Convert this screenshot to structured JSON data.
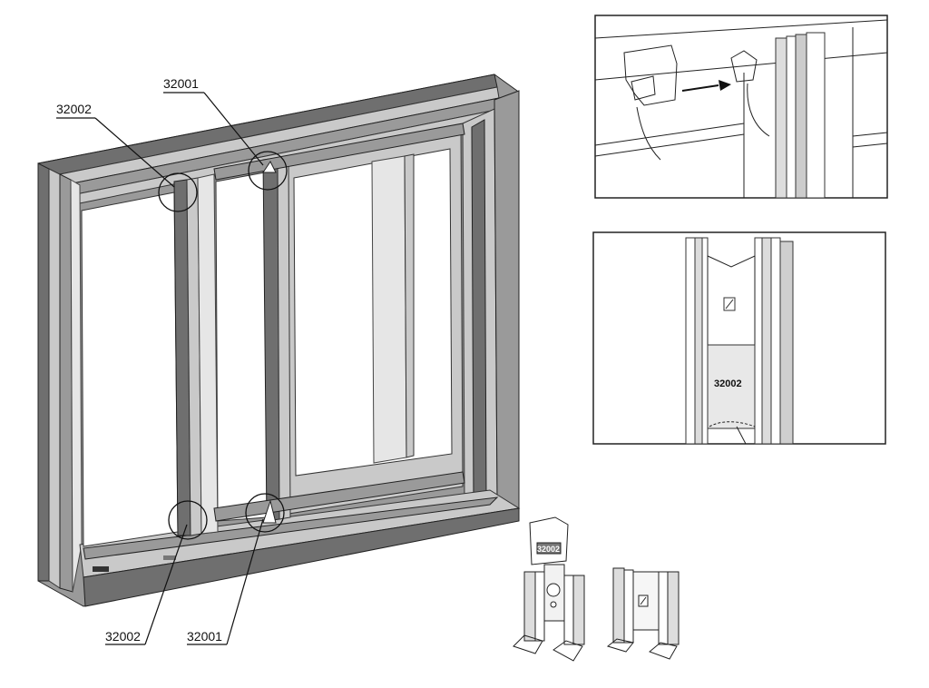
{
  "callouts": {
    "top_left": "32002",
    "top_center": "32001",
    "bottom_left": "32002",
    "bottom_center": "32001"
  },
  "detail_b_tag": "32002",
  "bottom_part_a_tag": "32002",
  "colors": {
    "frame_dark": "#6f6f6f",
    "frame_mid": "#9a9a9a",
    "frame_light": "#c9c9c9",
    "line": "#111111"
  },
  "icons": {
    "arrow": "right-arrow-icon"
  }
}
